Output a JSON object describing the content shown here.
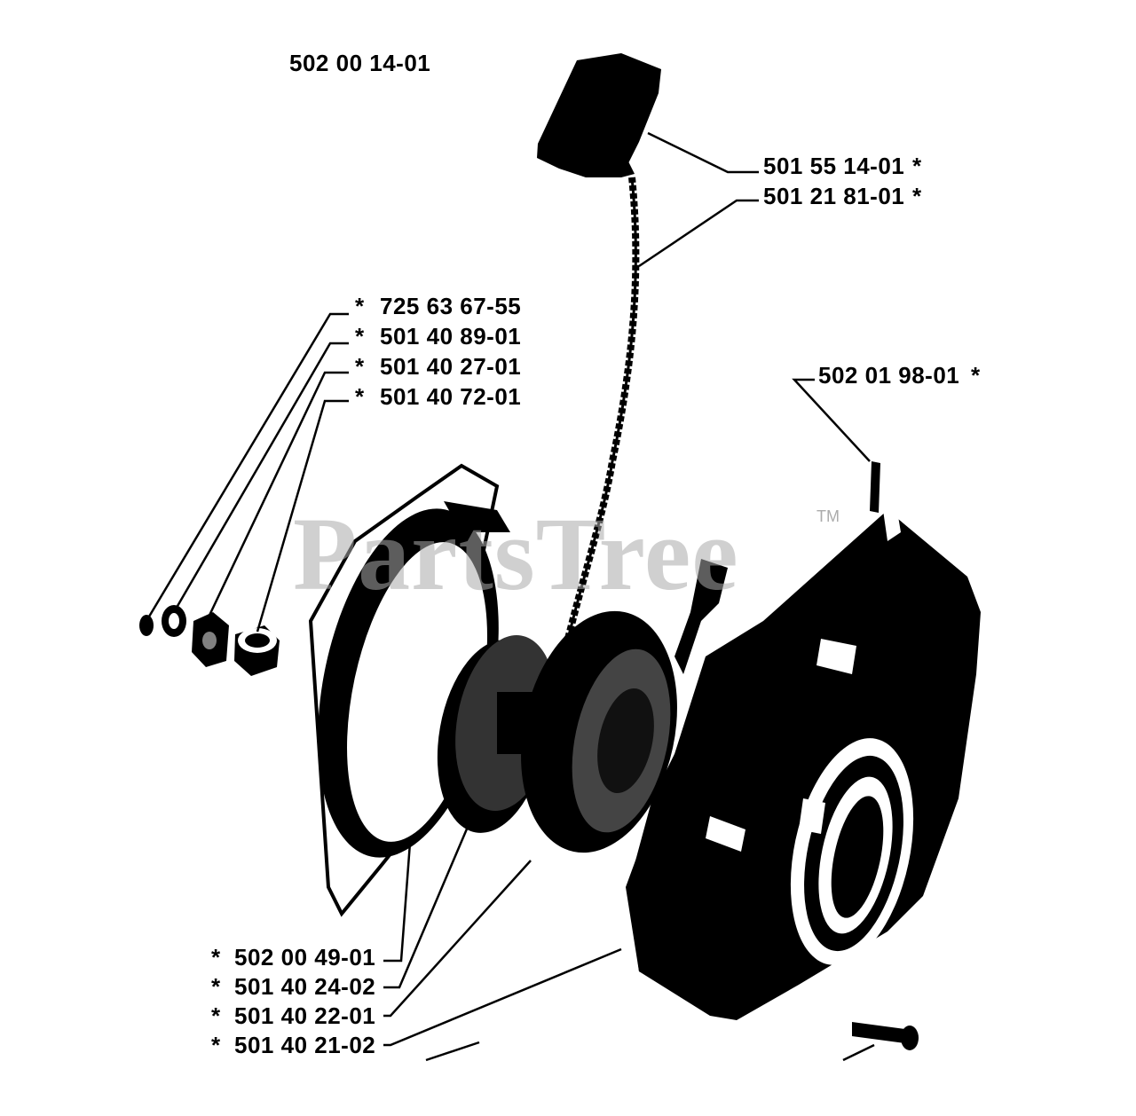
{
  "assembly_number": "502 00 14-01",
  "callouts": {
    "handle": {
      "part": "501 55 14-01",
      "star": "*"
    },
    "rope": {
      "part": "501 21 81-01",
      "star": "*"
    },
    "left_1": {
      "part": "725 63 67-55",
      "star": "*"
    },
    "left_2": {
      "part": "501 40 89-01",
      "star": "*"
    },
    "left_3": {
      "part": "501 40 27-01",
      "star": "*"
    },
    "left_4": {
      "part": "501 40 72-01",
      "star": "*"
    },
    "screw_top": {
      "part": "502 01 98-01",
      "star": "*"
    },
    "bottom_1": {
      "part": "502 00 49-01",
      "star": "*"
    },
    "bottom_2": {
      "part": "501 40 24-02",
      "star": "*"
    },
    "bottom_3": {
      "part": "501 40 22-01",
      "star": "*"
    },
    "bottom_4": {
      "part": "501 40 21-02",
      "star": "*"
    }
  },
  "watermark": {
    "text": "PartsTree",
    "trademark": "TM"
  }
}
